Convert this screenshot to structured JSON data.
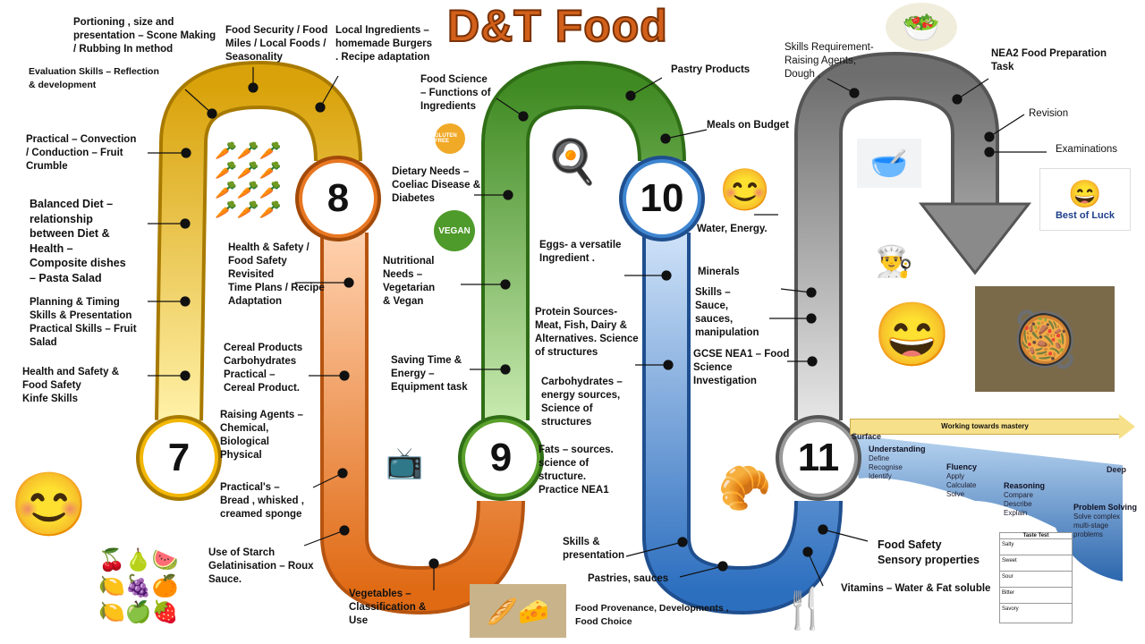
{
  "title": "D&T Food",
  "stages": [
    "7",
    "8",
    "9",
    "10",
    "11"
  ],
  "colors": {
    "y7": "#f2b705",
    "y8": "#e87722",
    "y9": "#5aa02c",
    "y10": "#3f86d1",
    "y11": "#8c8c8c"
  },
  "labels": {
    "portioning": "Portioning , size and\npresentation – Scone Making\n/ Rubbing In method",
    "food_security": "Food Security / Food\nMiles / Local Foods /\nSeasonality",
    "local_ingredients": "Local Ingredients –\nhomemade Burgers\n. Recipe adaptation",
    "evaluation": "Evaluation Skills – Reflection\n& development",
    "practical_convection": "Practical – Convection\n/ Conduction – Fruit\nCrumble",
    "balanced_diet": "Balanced Diet –\nrelationship\nbetween Diet &\nHealth –\nComposite dishes\n– Pasta Salad",
    "planning_timing": "Planning & Timing\nSkills & Presentation\nPractical Skills – Fruit\nSalad",
    "health_safety_7": "Health and Safety &\nFood Safety\nKinfe Skills",
    "health_safety_8": "Health & Safety /\nFood Safety\nRevisited\nTime Plans / Recipe\nAdaptation",
    "cereal": "Cereal Products\nCarbohydrates\nPractical –\nCereal Product.",
    "raising_agents": "Raising Agents –\nChemical,\nBiological\nPhysical",
    "practicals": "Practical's –\nBread , whisked ,\ncreamed sponge",
    "starch": "Use of Starch\nGelatinisation – Roux\nSauce.",
    "vegetables": "Vegetables –\nClassification &\nUse",
    "food_science": "Food Science\n– Functions of\nIngredients",
    "dietary_needs": "Dietary Needs –\nCoeliac Disease &\nDiabetes",
    "nutritional_needs": "Nutritional\nNeeds –\nVegetarian\n& Vegan",
    "saving_time": "Saving Time &\nEnergy –\nEquipment task",
    "pastry": "Pastry Products",
    "meals_budget": "Meals on Budget",
    "eggs": "Eggs- a versatile\nIngredient .",
    "protein": "Protein Sources-\nMeat, Fish, Dairy &\nAlternatives. Science\nof structures",
    "carbohydrates": "Carbohydrates –\nenergy sources,\nScience of\nstructures",
    "fats": "Fats – sources.\nscience of\nstructure.\nPractice NEA1",
    "skills_presentation": "Skills &\npresentation",
    "pastries_sauces": "Pastries, sauces",
    "provenance": "Food Provenance, Developments ,\nFood Choice",
    "water_energy": "Water, Energy.",
    "minerals": "Minerals",
    "skills_sauce": "Skills –\nSauce,\nsauces,\nmanipulation",
    "gcse_nea1": "GCSE NEA1 – Food\nScience\nInvestigation",
    "food_safety_sensory": "Food Safety\nSensory properties",
    "vitamins": "Vitamins – Water & Fat soluble",
    "skills_requirement": "Skills Requirement-\nRaising Agents,\nDough ,",
    "nea2": "NEA2 Food Preparation\nTask",
    "revision": "Revision",
    "examinations": "Examinations"
  },
  "mastery": {
    "arrow": "Working towards mastery",
    "surface": "Surface",
    "deep": "Deep",
    "levels": [
      {
        "name": "Understanding",
        "items": "Define\nRecognise\nIdentify"
      },
      {
        "name": "Fluency",
        "items": "Apply\nCalculate\nSolve"
      },
      {
        "name": "Reasoning",
        "items": "Compare\nDescribe\nExplain"
      },
      {
        "name": "Problem Solving",
        "items": "Solve complex\nmulti-stage\nproblems"
      }
    ]
  },
  "taste_test": {
    "title": "Taste Test",
    "rows": [
      "Salty",
      "Sweet",
      "Sour",
      "Bitter",
      "Savory"
    ]
  },
  "badges": {
    "gluten_free": "GLUTEN FREE",
    "vegan": "VEGAN",
    "best_of_luck": "Best of Luck"
  }
}
